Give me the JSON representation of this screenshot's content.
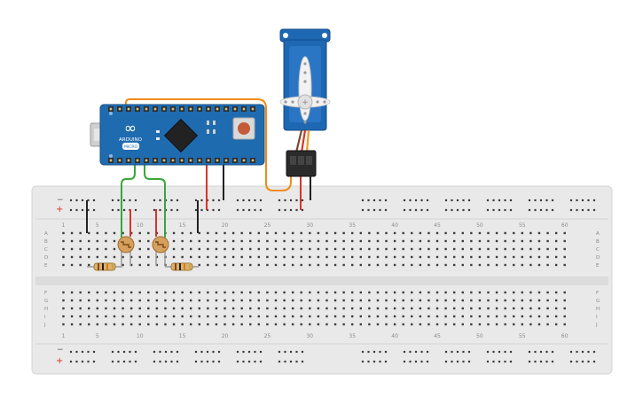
{
  "arduino": {
    "brand": "ARDUINO",
    "model": "MICRO",
    "logo_symbol": "∞",
    "board_color": "#1f6bb0",
    "header_color": "#2d2d2d"
  },
  "breadboard": {
    "columns": 60,
    "column_labels": [
      "1",
      "5",
      "10",
      "15",
      "20",
      "25",
      "30",
      "35",
      "40",
      "45",
      "50",
      "55",
      "60"
    ],
    "upper_row_letters": [
      "A",
      "B",
      "C",
      "D",
      "E"
    ],
    "lower_row_letters": [
      "F",
      "G",
      "H",
      "I",
      "J"
    ],
    "rail_plus": "+",
    "rail_minus": "−",
    "body_color": "#e9e9e9"
  },
  "servo": {
    "body_color": "#1e67b3",
    "horn_color": "#f2f2f2",
    "wire_colors": [
      "#7a4a2a",
      "#d8332b",
      "#f39a1e"
    ]
  },
  "wires": {
    "signal": "#f08c1a",
    "power": "#d8332b",
    "ground": "#222222",
    "sensor": "#3aa63a"
  },
  "components": {
    "photoresistor_color": "#d6a05e",
    "resistor_color": "#d9b26d"
  }
}
